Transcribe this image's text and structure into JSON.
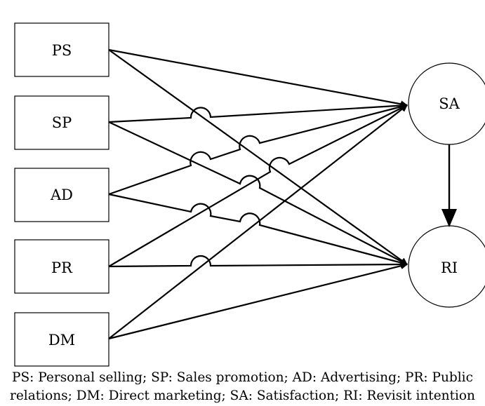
{
  "nodes": {
    "ps": "PS",
    "sp": "SP",
    "ad": "AD",
    "pr": "PR",
    "dm": "DM",
    "sa": "SA",
    "ri": "RI"
  },
  "caption": {
    "line1": "PS: Personal selling; SP: Sales promotion; AD: Advertising; PR: Public",
    "line2": "relations; DM: Direct marketing; SA: Satisfaction; RI: Revisit intention"
  }
}
